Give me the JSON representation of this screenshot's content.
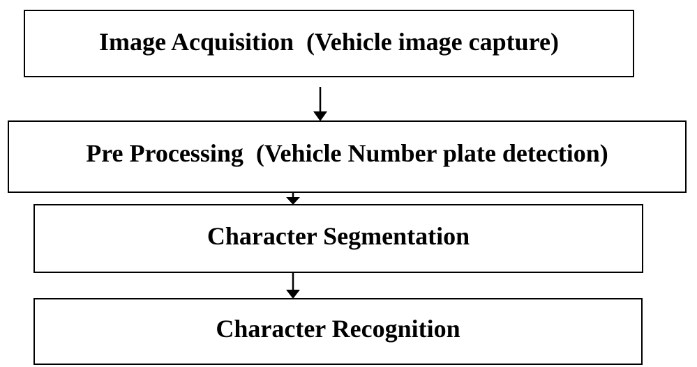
{
  "diagram": {
    "steps": [
      {
        "label": "Image Acquisition  (Vehicle image capture)"
      },
      {
        "label": "Pre Processing  (Vehicle Number plate detection)"
      },
      {
        "label": "Character Segmentation"
      },
      {
        "label": "Character Recognition"
      }
    ],
    "colors": {
      "stroke": "#000000",
      "fill": "#ffffff",
      "text": "#000000"
    }
  }
}
